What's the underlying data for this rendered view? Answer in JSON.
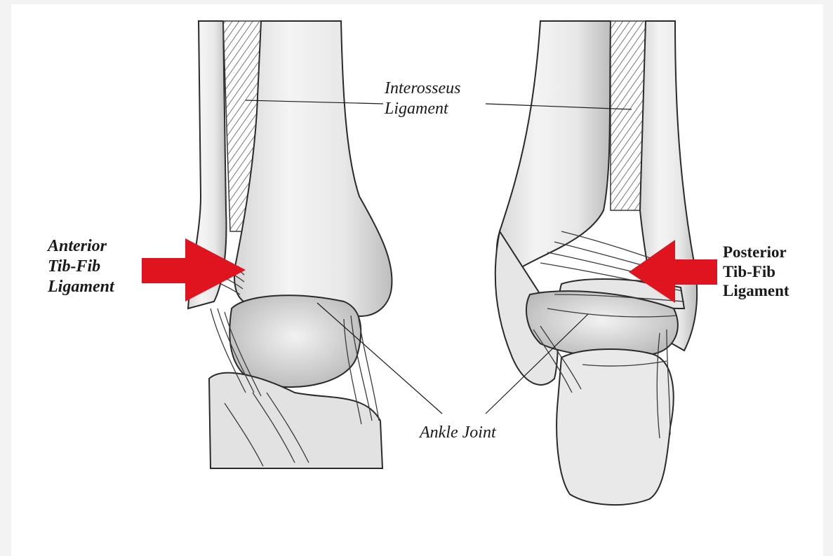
{
  "labels": {
    "interosseus": {
      "line1": "Interosseus",
      "line2": "Ligament"
    },
    "anterior": {
      "line1": "Anterior",
      "line2": "Tib-Fib",
      "line3": "Ligament"
    },
    "posterior": {
      "line1": "Posterior",
      "line2": "Tib-Fib",
      "line3": "Ligament"
    },
    "ankle_joint": "Ankle Joint"
  },
  "colors": {
    "arrow": "#e0141f",
    "ink": "#1a1a1a",
    "bone_fill": "#ececec",
    "background": "#ffffff",
    "border": "#f3f3f3"
  },
  "views": [
    "anterior-view",
    "posterior-view"
  ]
}
